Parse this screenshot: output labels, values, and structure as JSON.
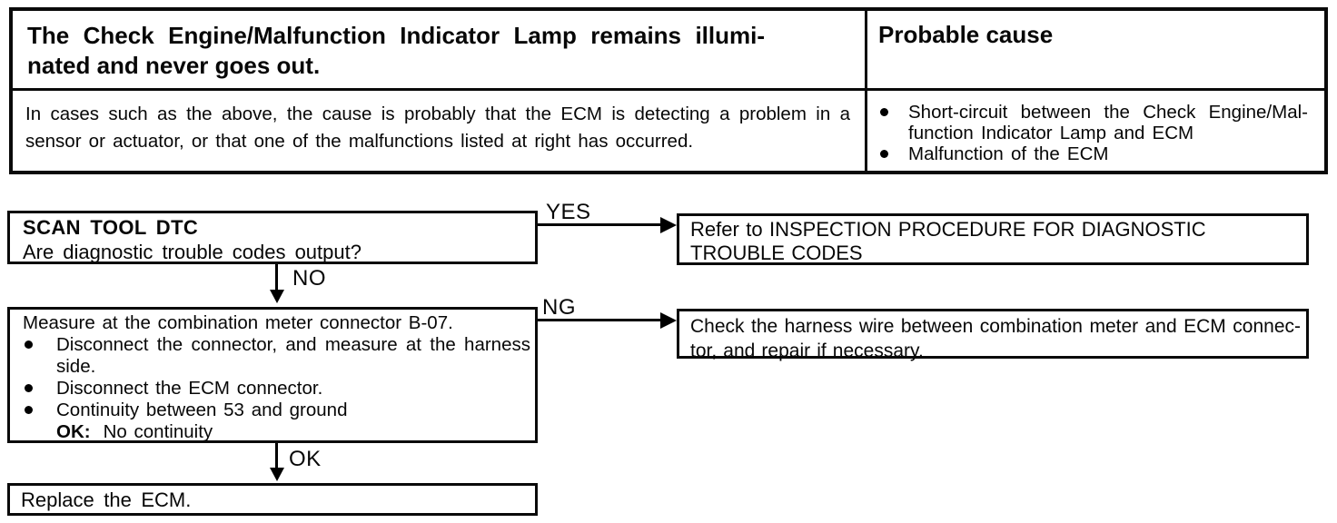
{
  "symptom_table": {
    "title_lines": [
      "The Check Engine/Malfunction Indicator Lamp remains illumi-",
      "nated and never goes out."
    ],
    "probable_cause_header": "Probable cause",
    "comment_lines": [
      "In cases such as the above, the cause is probably that the ECM is detecting a problem in a",
      "sensor or actuator, or that one of the malfunctions listed at right has occurred."
    ],
    "causes": [
      {
        "lines": [
          "Short-circuit between the Check Engine/Mal-",
          "function Indicator Lamp and ECM"
        ]
      },
      {
        "lines": [
          "Malfunction of the ECM"
        ]
      }
    ]
  },
  "flowchart": {
    "labels": {
      "yes": "YES",
      "no": "NO",
      "ng": "NG",
      "ok": "OK"
    },
    "step1": {
      "title": "SCAN TOOL DTC",
      "question": "Are diagnostic trouble codes output?"
    },
    "yes_result_lines": [
      "Refer to INSPECTION PROCEDURE FOR DIAGNOSTIC",
      "TROUBLE CODES"
    ],
    "step2": {
      "title": "Measure at the combination meter connector B-07.",
      "bullets": [
        {
          "lines": [
            "Disconnect the connector, and measure at the harness",
            "side."
          ]
        },
        {
          "lines": [
            "Disconnect the ECM connector."
          ]
        },
        {
          "lines": [
            "Continuity between 53 and ground"
          ]
        }
      ],
      "ok_spec_label": "OK:",
      "ok_spec_value": "No continuity"
    },
    "ng_result_lines": [
      "Check the harness wire between combination meter and ECM connec-",
      "tor, and repair if necessary."
    ],
    "final": {
      "text": "Replace the ECM."
    }
  }
}
